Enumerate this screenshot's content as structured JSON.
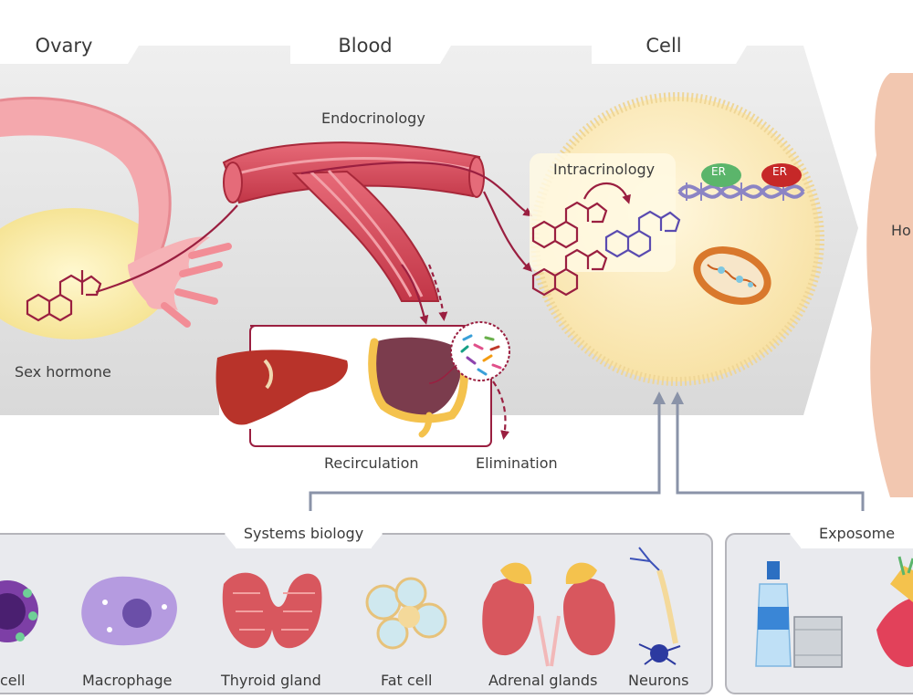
{
  "headers": {
    "ovary": "Ovary",
    "blood": "Blood",
    "cell": "Cell"
  },
  "labels": {
    "endocrinology": "Endocrinology",
    "intracrinology": "Intracrinology",
    "sex_hormone": "Sex hormone",
    "recirculation": "Recirculation",
    "elimination": "Elimination",
    "host_partial": "Ho",
    "er_left": "ER",
    "er_right": "ER"
  },
  "systems_biology": {
    "title": "Systems biology",
    "items": [
      "cell",
      "Macrophage",
      "Thyroid gland",
      "Fat cell",
      "Adrenal glands",
      "Neurons"
    ]
  },
  "exposome": {
    "title": "Exposome"
  },
  "colors": {
    "hormone": "#9a1f40",
    "hormone_converted": "#5a4bb0",
    "er_green": "#5bb56b",
    "er_red": "#c62828",
    "blood_vessel": "#d64558",
    "cell_fill": "#fbeec6",
    "band": "#e6e6e6",
    "box_border": "#b5b5bb"
  }
}
